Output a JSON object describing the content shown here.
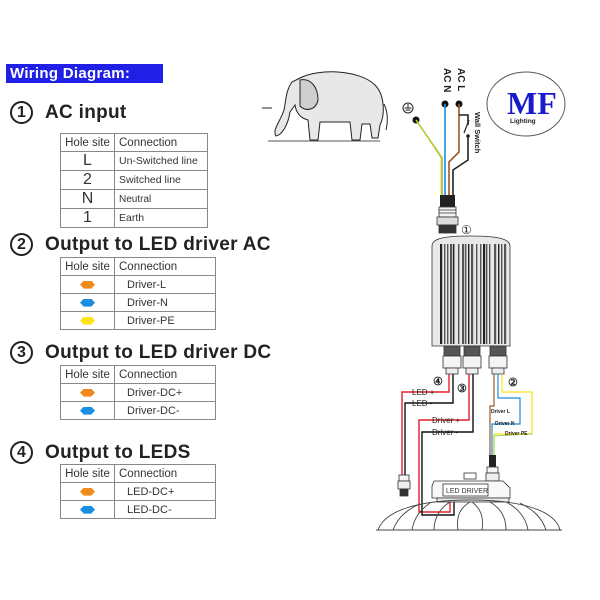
{
  "header": {
    "title": "Wiring Diagram:"
  },
  "colors": {
    "banner": "#1f1fe6",
    "orange": "#f08a1c",
    "blue": "#1a8ee0",
    "yellow": "#ffe21a",
    "brown": "#9a5a2a",
    "red": "#e0202a",
    "green_yellow": "#8bc34a"
  },
  "sections": [
    {
      "number": "1",
      "title": "AC input",
      "header": {
        "hole": "Hole site",
        "connection": "Connection"
      },
      "rows": [
        {
          "hole": "L",
          "connection": "Un-Switched line"
        },
        {
          "hole": "2",
          "connection": "Switched line"
        },
        {
          "hole": "N",
          "connection": "Neutral"
        },
        {
          "hole": "1",
          "connection": "Earth"
        }
      ]
    },
    {
      "number": "2",
      "title": "Output to LED driver AC",
      "header": {
        "hole": "Hole site",
        "connection": "Connection"
      },
      "rows": [
        {
          "hole_color": "orange",
          "connection": "Driver-L"
        },
        {
          "hole_color": "blue",
          "connection": "Driver-N"
        },
        {
          "hole_color": "yellow",
          "connection": "Driver-PE"
        }
      ]
    },
    {
      "number": "3",
      "title": "Output to LED driver DC",
      "header": {
        "hole": "Hole site",
        "connection": "Connection"
      },
      "rows": [
        {
          "hole_color": "orange",
          "connection": "Driver-DC+"
        },
        {
          "hole_color": "blue",
          "connection": "Driver-DC-"
        }
      ]
    },
    {
      "number": "4",
      "title": "Output to LEDS",
      "header": {
        "hole": "Hole site",
        "connection": "Connection"
      },
      "rows": [
        {
          "hole_color": "orange",
          "connection": "LED-DC+"
        },
        {
          "hole_color": "blue",
          "connection": "LED-DC-"
        }
      ]
    }
  ],
  "diagram": {
    "ac_l": "AC L",
    "ac_n": "AC N",
    "wall_switch": "Wall Switch",
    "earth_symbol": "⏚",
    "port_labels": [
      "①",
      "②",
      "③",
      "④"
    ],
    "led_plus": "LED +",
    "led_minus": "LED -",
    "driver_plus": "Driver +",
    "driver_minus": "Driver -",
    "driver_l": "Driver L",
    "driver_n": "Driver N",
    "driver_pe": "Driver PE",
    "led_driver": "LED DRIVER"
  },
  "logo": {
    "main": "MF",
    "sub": "Lighting"
  },
  "illustration": {
    "subject": "elephant"
  }
}
